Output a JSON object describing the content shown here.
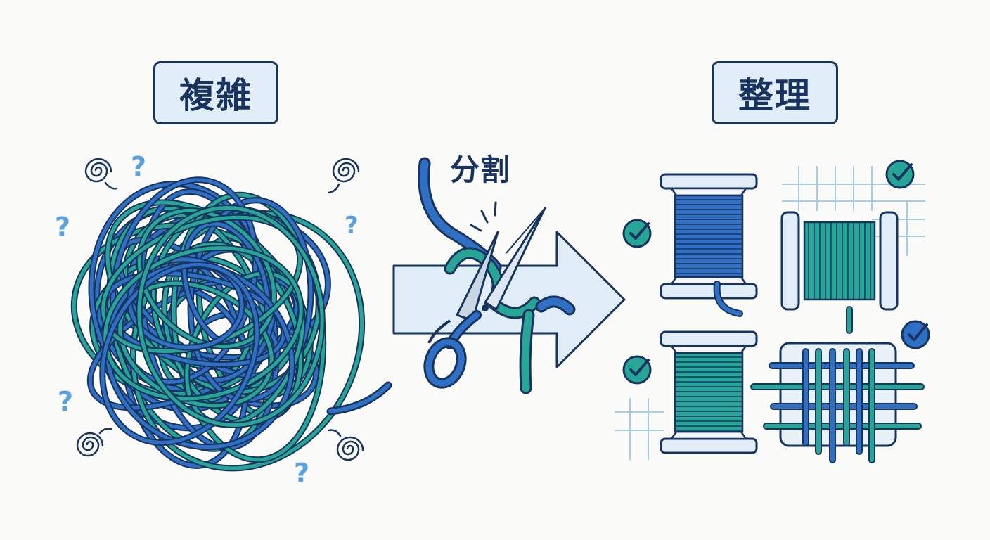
{
  "labels": {
    "complex": "複雑",
    "split": "分割",
    "organize": "整理"
  },
  "icons": [
    "tangled-yarn-ball",
    "question-mark-icon",
    "scribble-icon",
    "scissors-icon",
    "arrow-icon",
    "spool-icon",
    "check-icon",
    "grid-icon"
  ],
  "colors": {
    "navy": "#18345e",
    "blue": "#2f6fc4",
    "teal": "#27a596",
    "light_blue": "#e1eefa",
    "question": "#5aa1dd"
  }
}
